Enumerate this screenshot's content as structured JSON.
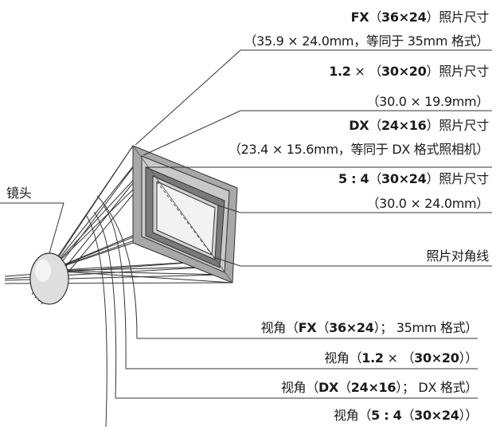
{
  "colors": {
    "background": "#ffffff",
    "line": "#333333",
    "frame_dark": "#7a7a7a",
    "frame_mid": "#a8a8a8",
    "frame_light": "#d2d2d2",
    "lens_fill": "#dedede"
  },
  "lens_label": "镜头",
  "formats": {
    "fx": {
      "name": "FX",
      "lp": "（",
      "size": "36×24",
      "rp": "）",
      "suffix": "照片尺寸",
      "detail": "（35.9 × 24.0mm，等同于 35mm 格式）"
    },
    "r12": {
      "name": "1.2",
      "times": " × ",
      "lp": "（",
      "size": "30×20",
      "rp": "）",
      "suffix": "照片尺寸",
      "detail": "（30.0 × 19.9mm）"
    },
    "dx": {
      "name": "DX",
      "lp": "（",
      "size": "24×16",
      "rp": "）",
      "suffix": "照片尺寸",
      "detail": "（23.4 × 15.6mm，等同于 DX 格式照相机）"
    },
    "r54": {
      "name": "5 : 4",
      "lp": "（",
      "size": "30×24",
      "rp": "）",
      "suffix": "照片尺寸",
      "detail": "（30.0 × 24.0mm）"
    }
  },
  "diagonal_label": "照片对角线",
  "angles": {
    "fx": {
      "pre": "视角（",
      "name": "FX",
      "lp": "（",
      "size": "36×24",
      "post": "）；  35mm 格式）"
    },
    "r12": {
      "pre": "视角（",
      "name": "1.2",
      "times": " × ",
      "lp": "（",
      "size": "30×20",
      "post": "））"
    },
    "dx": {
      "pre": "视角（",
      "name": "DX",
      "lp": "（",
      "size": "24×16",
      "post": "）；  DX 格式）"
    },
    "r54": {
      "pre": "视角（",
      "name": "5 : 4",
      "lp": "（",
      "size": "30×24",
      "post": "））"
    }
  }
}
